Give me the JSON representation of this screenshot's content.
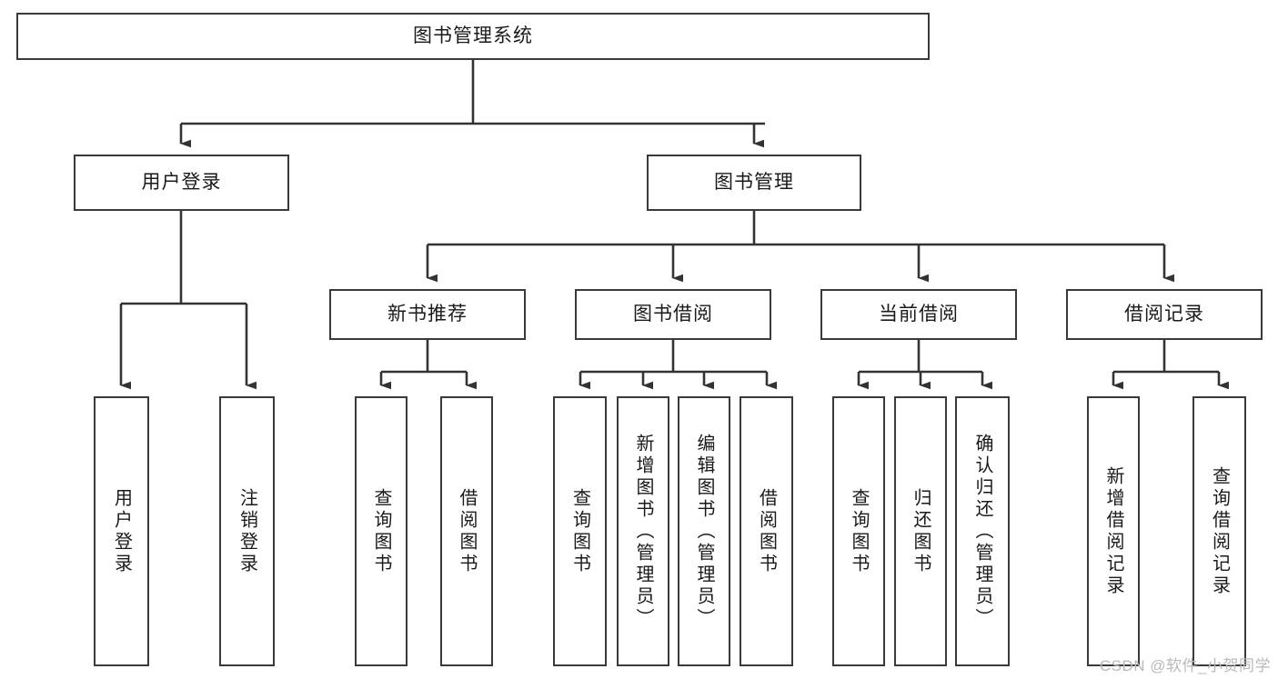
{
  "diagram": {
    "title": "图书管理系统",
    "type": "tree-hierarchy",
    "watermark": "CSDN @软件_小贺同学",
    "colors": {
      "background": "#ffffff",
      "box_border": "#3a3a3a",
      "box_fill": "#ffffff",
      "text": "#1a1a1a",
      "connector": "#333333",
      "watermark": "#b9b9b9"
    },
    "root": {
      "label": "图书管理系统"
    },
    "level2": [
      {
        "label": "用户登录"
      },
      {
        "label": "图书管理"
      }
    ],
    "level3": [
      {
        "label": "新书推荐"
      },
      {
        "label": "图书借阅"
      },
      {
        "label": "当前借阅"
      },
      {
        "label": "借阅记录"
      }
    ],
    "leaves": {
      "user_login": [
        {
          "label": "用户登录"
        },
        {
          "label": "注销登录"
        }
      ],
      "new_book_recommend": [
        {
          "label": "查询图书"
        },
        {
          "label": "借阅图书"
        }
      ],
      "book_borrow": [
        {
          "label": "查询图书"
        },
        {
          "label": "新增图书（管理员）"
        },
        {
          "label": "编辑图书（管理员）"
        },
        {
          "label": "借阅图书"
        }
      ],
      "current_borrow": [
        {
          "label": "查询图书"
        },
        {
          "label": "归还图书"
        },
        {
          "label": "确认归还（管理员）"
        }
      ],
      "borrow_record": [
        {
          "label": "新增借阅记录"
        },
        {
          "label": "查询借阅记录"
        }
      ]
    }
  }
}
